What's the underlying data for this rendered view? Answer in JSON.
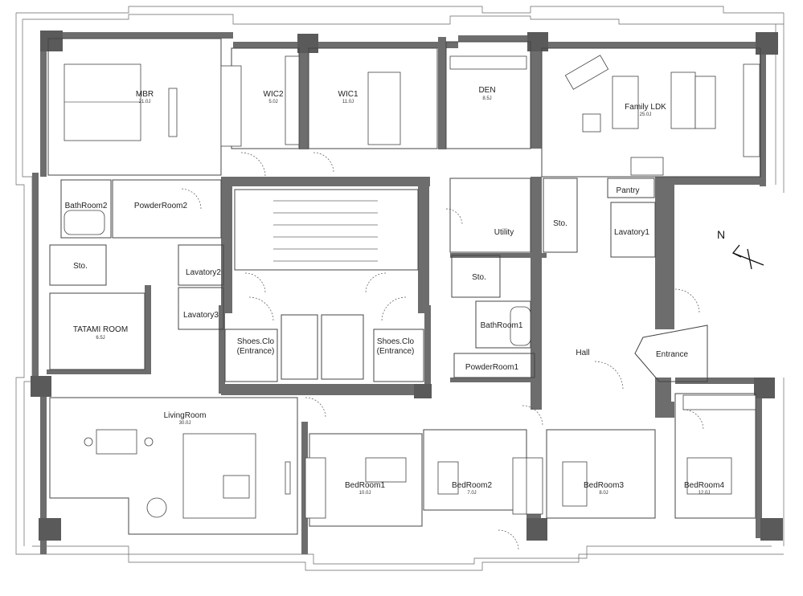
{
  "rooms": [
    {
      "id": "mbr",
      "name": "MBR",
      "area": "21.0J"
    },
    {
      "id": "wic2",
      "name": "WIC2",
      "area": "5.0J"
    },
    {
      "id": "wic1",
      "name": "WIC1",
      "area": "11.0J"
    },
    {
      "id": "den",
      "name": "DEN",
      "area": "8.5J"
    },
    {
      "id": "ldk",
      "name": "Family LDK",
      "area": "25.0J"
    },
    {
      "id": "bath2",
      "name": "BathRoom2",
      "area": ""
    },
    {
      "id": "powder2",
      "name": "PowderRoom2",
      "area": ""
    },
    {
      "id": "pantry",
      "name": "Pantry",
      "area": ""
    },
    {
      "id": "utility",
      "name": "Utility",
      "area": ""
    },
    {
      "id": "sto_right",
      "name": "Sto.",
      "area": ""
    },
    {
      "id": "lav1",
      "name": "Lavatory1",
      "area": ""
    },
    {
      "id": "sto_left",
      "name": "Sto.",
      "area": ""
    },
    {
      "id": "lav2",
      "name": "Lavatory2",
      "area": ""
    },
    {
      "id": "sto_mid",
      "name": "Sto.",
      "area": ""
    },
    {
      "id": "lav3",
      "name": "Lavatory3",
      "area": ""
    },
    {
      "id": "bath1",
      "name": "BathRoom1",
      "area": ""
    },
    {
      "id": "tatami",
      "name": "TATAMI ROOM",
      "area": "6.5J"
    },
    {
      "id": "shoes_l",
      "name": "Shoes.Clo",
      "name2": "(Entrance)",
      "area": ""
    },
    {
      "id": "shoes_r",
      "name": "Shoes.Clo",
      "name2": "(Entrance)",
      "area": ""
    },
    {
      "id": "powder1",
      "name": "PowderRoom1",
      "area": ""
    },
    {
      "id": "hall",
      "name": "Hall",
      "area": ""
    },
    {
      "id": "entrance",
      "name": "Entrance",
      "area": ""
    },
    {
      "id": "living",
      "name": "LivingRoom",
      "area": "30.0J"
    },
    {
      "id": "bed1",
      "name": "BedRoom1",
      "area": "10.0J"
    },
    {
      "id": "bed2",
      "name": "BedRoom2",
      "area": "7.0J"
    },
    {
      "id": "bed3",
      "name": "BedRoom3",
      "area": "8.0J"
    },
    {
      "id": "bed4",
      "name": "BedRoom4",
      "area": "12.0J"
    }
  ],
  "compass": {
    "label": "N"
  },
  "colors": {
    "wall": "#6d6d6d",
    "pillar": "#5a5a5a",
    "line": "#444444",
    "text": "#222222"
  }
}
